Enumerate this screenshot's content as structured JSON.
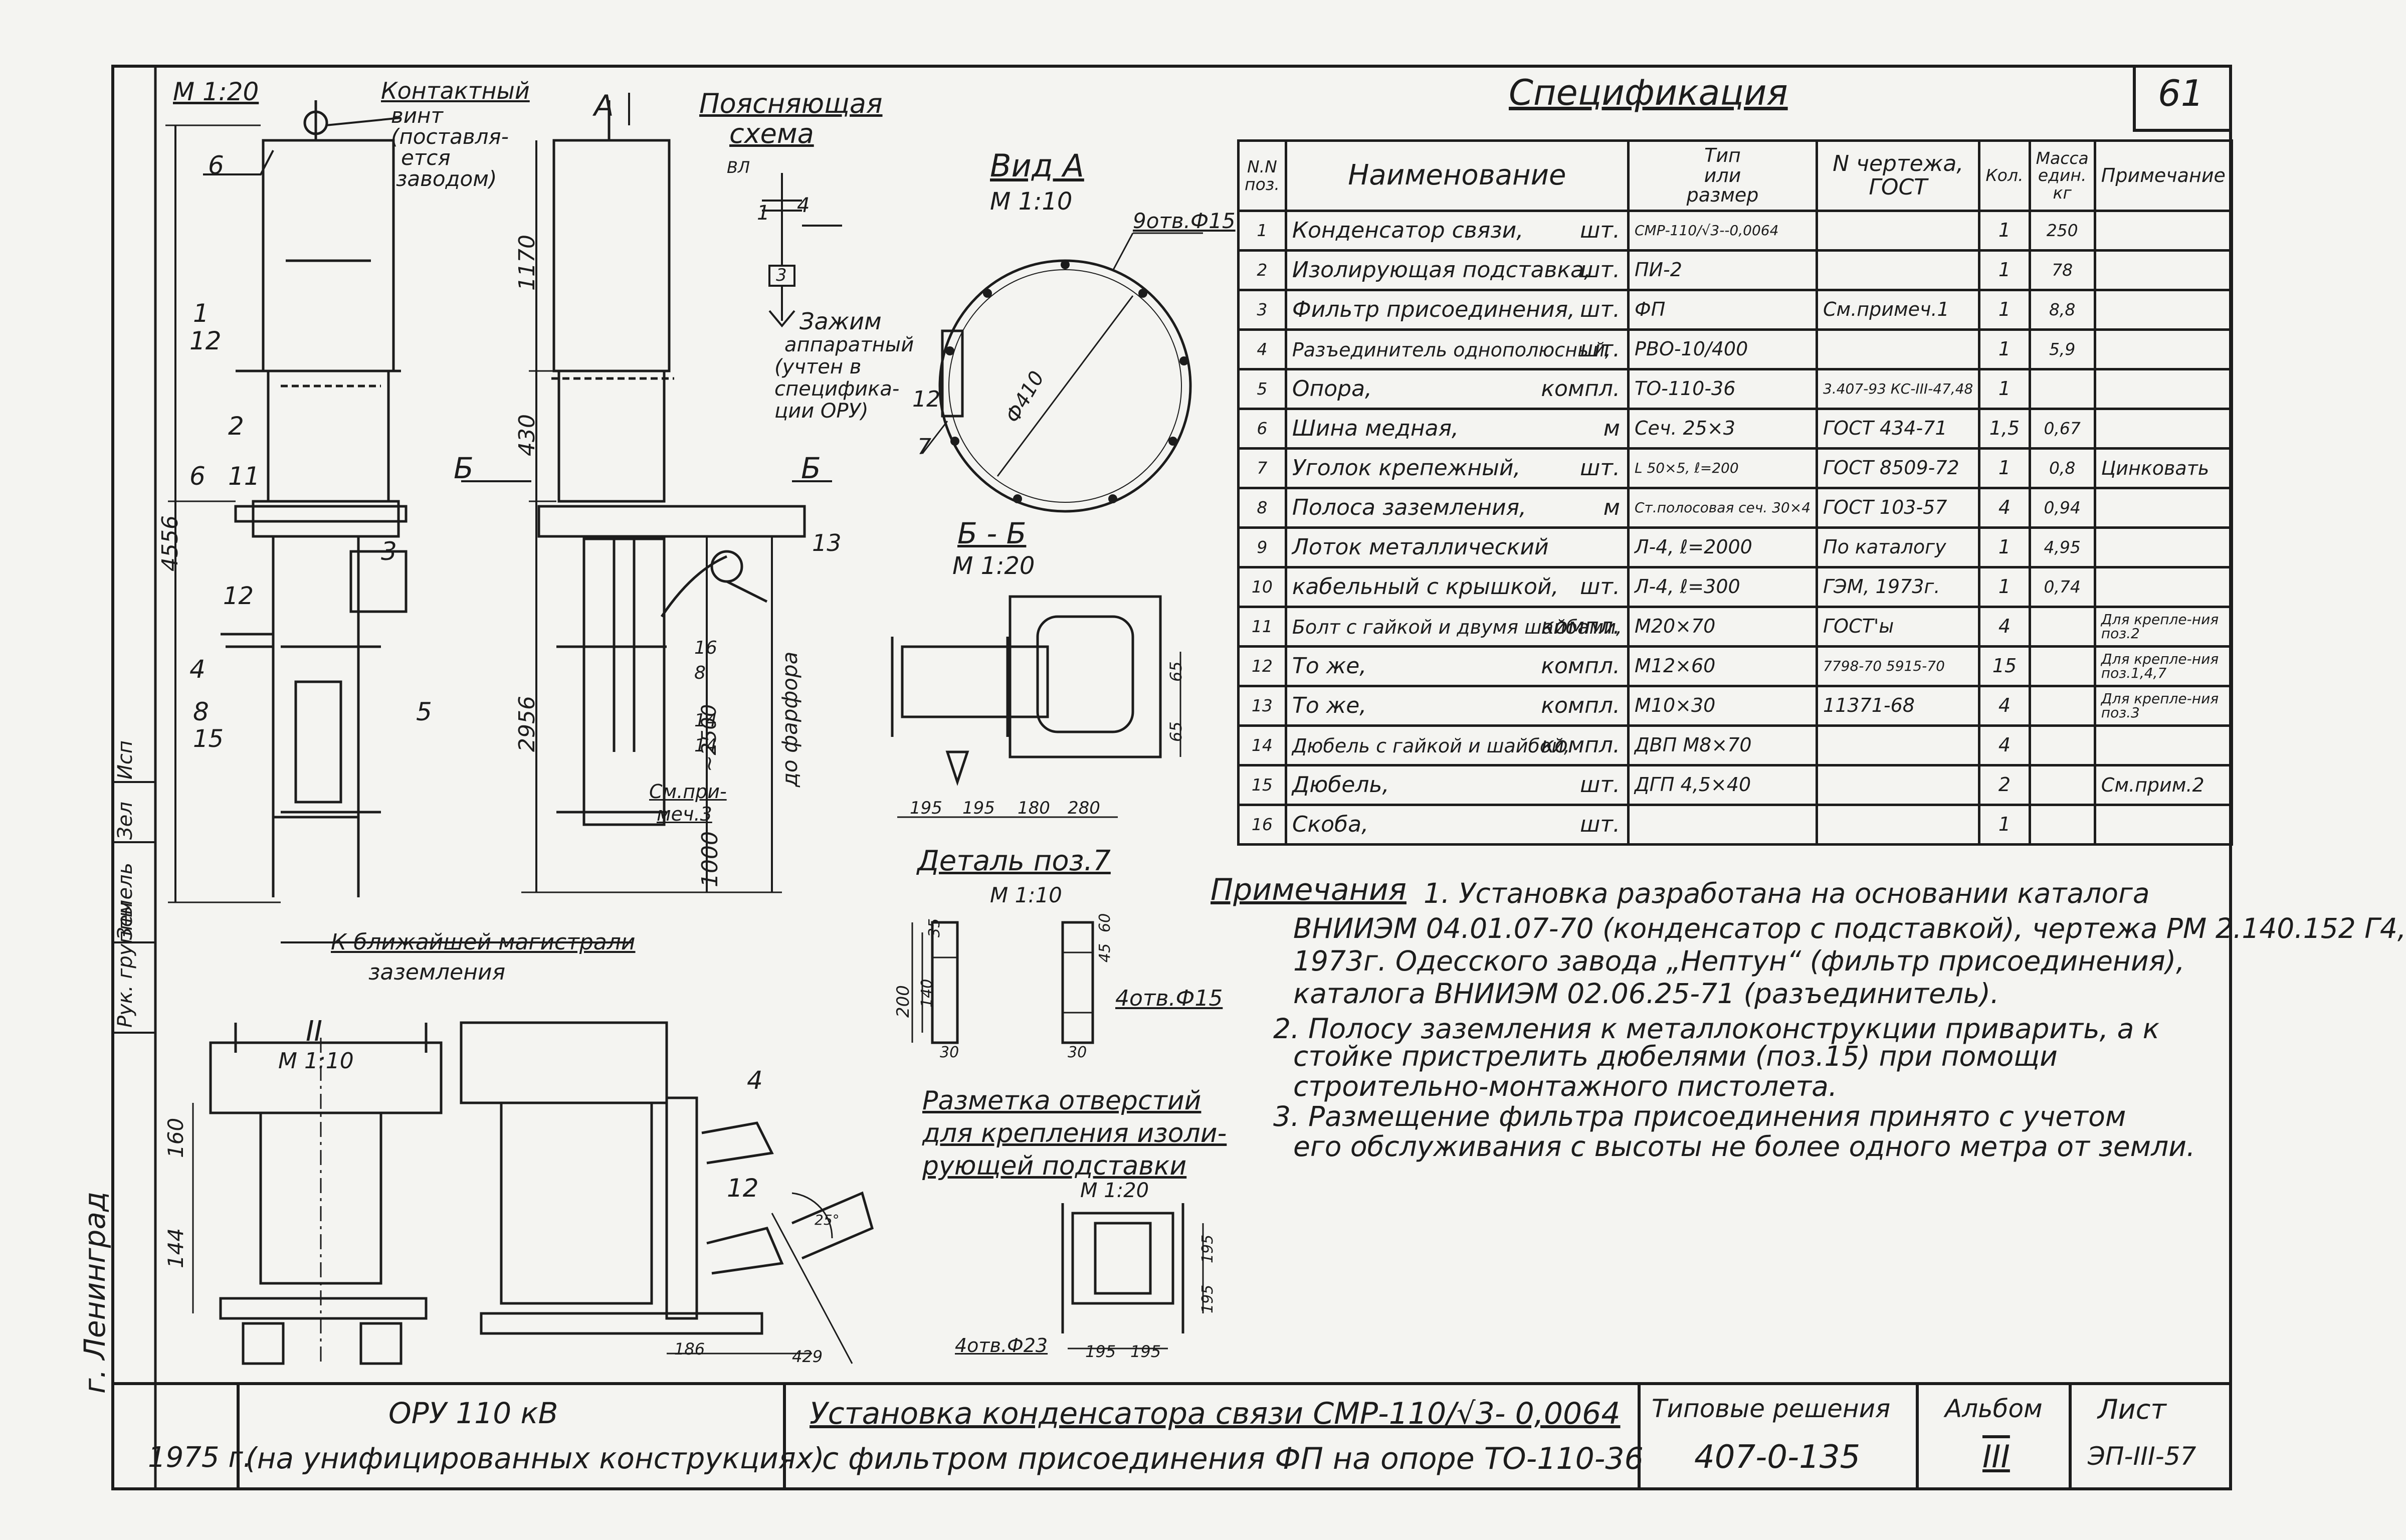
{
  "sheet": {
    "page_number": "61",
    "city": "г. Ленинград",
    "side_labels": [
      "Рук. группы",
      "Земель",
      "Зел",
      "Исп"
    ]
  },
  "drawing_labels": {
    "main_scale": "М 1:20",
    "contact_screw": "Контактный",
    "contact_screw_note": [
      "винт",
      "(поставля-",
      "ется",
      "заводом)"
    ],
    "view_marker_a": "А",
    "section_marker_b": "Б",
    "explanatory_title": [
      "Поясняющая",
      "схема"
    ],
    "explanatory_vl": "ВЛ",
    "clamp_note": [
      "Зажим",
      "аппаратный",
      "(учтен в",
      "спецификa-",
      "ции ОРУ)"
    ],
    "view_a_title": "Вид А",
    "view_a_scale": "М 1:10",
    "holes_9": "9отв.Ф15",
    "diam_410": "Ф410",
    "section_bb_title": "Б - Б",
    "section_bb_scale": "М 1:20",
    "detail7_title": "Деталь поз.7",
    "detail7_scale": "М 1:10",
    "holes_4": "4отв.Ф15",
    "marking_title": [
      "Разметка отверстий",
      "для крепления изоли-",
      "рующей подставки"
    ],
    "marking_scale": "М 1:20",
    "holes_4_23": "4отв.Ф23",
    "view_ii": "II",
    "view_ii_scale": "М 1:10",
    "ground_note": [
      "К ближайшей магистрали",
      "заземления"
    ],
    "see_note3": [
      "См.при-",
      "меч.3"
    ],
    "porcelain": "до фарфора",
    "dims": {
      "d4556": "4556",
      "d2956": "2956",
      "d1170": "1170",
      "d430": "430",
      "d1000": "1000",
      "d2500": "~2500",
      "d160": "160",
      "d144": "144",
      "d195a": "195",
      "d195b": "195",
      "d180": "180",
      "d280": "280",
      "d65a": "65",
      "d65b": "65",
      "d35": "35",
      "d200": "200",
      "d140": "140",
      "d30a": "30",
      "d30b": "30",
      "d45": "45",
      "d60": "60",
      "d186": "186",
      "d429": "429",
      "d195c": "195",
      "d195d": "195",
      "d195e": "195",
      "d195f": "195",
      "d25": "25°"
    },
    "positions": [
      "1",
      "2",
      "3",
      "4",
      "5",
      "6",
      "7",
      "8",
      "11",
      "12",
      "13",
      "14",
      "15",
      "16"
    ]
  },
  "specification": {
    "title": "Спецификация",
    "headers": {
      "num": [
        "N.N",
        "поз."
      ],
      "name": "Наименование",
      "type": [
        "Тип",
        "или",
        "размер"
      ],
      "drawing": [
        "N чертежа,",
        "ГОСТ"
      ],
      "qty": "Кол.",
      "mass": [
        "Масса",
        "един.",
        "кг"
      ],
      "note": "Примечание"
    },
    "rows": [
      {
        "pos": "1",
        "name": "Конденсатор связи,",
        "unit": "шт.",
        "type": "СМР-110/√3--0,0064",
        "drawing": "",
        "qty": "1",
        "mass": "250",
        "note": ""
      },
      {
        "pos": "2",
        "name": "Изолирующая подставка,",
        "unit": "шт.",
        "type": "ПИ-2",
        "drawing": "",
        "qty": "1",
        "mass": "78",
        "note": ""
      },
      {
        "pos": "3",
        "name": "Фильтр присоединения,",
        "unit": "шт.",
        "type": "ФП",
        "drawing": "См.примеч.1",
        "qty": "1",
        "mass": "8,8",
        "note": ""
      },
      {
        "pos": "4",
        "name": "Разъединитель однополюсный,",
        "unit": "шт.",
        "type": "РВО-10/400",
        "drawing": "",
        "qty": "1",
        "mass": "5,9",
        "note": ""
      },
      {
        "pos": "5",
        "name": "Опора,",
        "unit": "компл.",
        "type": "ТО-110-36",
        "drawing": "3.407-93 КС-III-47,48",
        "qty": "1",
        "mass": "",
        "note": ""
      },
      {
        "pos": "6",
        "name": "Шина медная,",
        "unit": "м",
        "type": "Сеч. 25×3",
        "drawing": "ГОСТ 434-71",
        "qty": "1,5",
        "mass": "0,67",
        "note": ""
      },
      {
        "pos": "7",
        "name": "Уголок крепежный,",
        "unit": "шт.",
        "type": "L 50×5, ℓ=200",
        "drawing": "ГОСТ 8509-72",
        "qty": "1",
        "mass": "0,8",
        "note": "Цинковать"
      },
      {
        "pos": "8",
        "name": "Полоса заземления,",
        "unit": "м",
        "type": "Ст.полосовая сеч. 30×4",
        "drawing": "ГОСТ 103-57",
        "qty": "4",
        "mass": "0,94",
        "note": ""
      },
      {
        "pos": "9",
        "name": "Лоток металлический",
        "unit": "",
        "type": "Л-4, ℓ=2000",
        "drawing": "По каталогу",
        "qty": "1",
        "mass": "4,95",
        "note": ""
      },
      {
        "pos": "10",
        "name": "кабельный с крышкой,",
        "unit": "шт.",
        "type": "Л-4, ℓ=300",
        "drawing": "ГЭМ, 1973г.",
        "qty": "1",
        "mass": "0,74",
        "note": ""
      },
      {
        "pos": "11",
        "name": "Болт с гайкой и двумя шайбами,",
        "unit": "компл.",
        "type": "М20×70",
        "drawing": "ГОСТ'ы",
        "qty": "4",
        "mass": "",
        "note": "Для крепле-ния поз.2"
      },
      {
        "pos": "12",
        "name": "То же,",
        "unit": "компл.",
        "type": "М12×60",
        "drawing": "7798-70 5915-70",
        "qty": "15",
        "mass": "",
        "note": "Для крепле-ния поз.1,4,7"
      },
      {
        "pos": "13",
        "name": "То же,",
        "unit": "компл.",
        "type": "М10×30",
        "drawing": "11371-68",
        "qty": "4",
        "mass": "",
        "note": "Для крепле-ния поз.3"
      },
      {
        "pos": "14",
        "name": "Дюбель с гайкой и шайбой,",
        "unit": "компл.",
        "type": "ДВП М8×70",
        "drawing": "",
        "qty": "4",
        "mass": "",
        "note": ""
      },
      {
        "pos": "15",
        "name": "Дюбель,",
        "unit": "шт.",
        "type": "ДГП 4,5×40",
        "drawing": "",
        "qty": "2",
        "mass": "",
        "note": "См.прим.2"
      },
      {
        "pos": "16",
        "name": "Скоба,",
        "unit": "шт.",
        "type": "",
        "drawing": "",
        "qty": "1",
        "mass": "",
        "note": ""
      }
    ]
  },
  "notes": {
    "title": "Примечания",
    "lines": [
      "1. Установка разработана на основании каталога",
      "ВНИИЭМ 04.01.07-70 (конденсатор с подставкой), чертежа РМ 2.140.152 Г4,",
      "1973г. Одесского завода „Нептун“ (фильтр присоединения),",
      "каталога ВНИИЭМ 02.06.25-71 (разъединитель).",
      "2. Полосу заземления к металлоконструкции приварить, а к",
      "стойке пристрелить дюбелями (поз.15) при помощи",
      "строительно-монтажного пистолета.",
      "3. Размещение фильтра присоединения принято с учетом",
      "его обслуживания с высоты не более одного метра от земли."
    ]
  },
  "title_block": {
    "year": "1975 г.",
    "object_line1": "ОРУ 110 кВ",
    "object_line2": "(на унифицированных конструкциях)",
    "title_line1": "Установка конденсатора связи СМР-110/√3- 0,0064",
    "title_line2": "с фильтром присоединения ФП на опоре ТО-110-36",
    "typical_label": "Типовые решения",
    "typical_value": "407-0-135",
    "album_label": "Альбом",
    "album_value": "III",
    "sheet_label": "Лист",
    "sheet_value": "ЭП-III-57"
  }
}
